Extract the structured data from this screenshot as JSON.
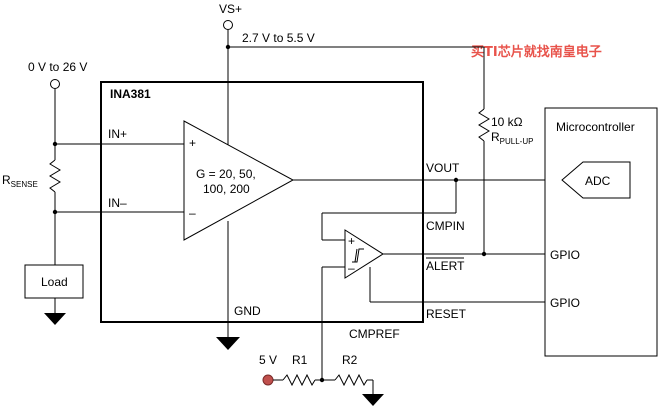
{
  "watermark": "买TI芯片就找南皇电子",
  "supply": {
    "label": "VS+",
    "range": "2.7 V to 5.5 V"
  },
  "input_range": "0 V to 26 V",
  "chip": {
    "name": "INA381",
    "in_plus": "IN+",
    "in_minus": "IN–",
    "plus_sign": "+",
    "minus_sign": "–",
    "gain_line1": "G = 20, 50,",
    "gain_line2": "100, 200",
    "vout": "VOUT",
    "cmpin": "CMPIN",
    "alert": "ALERT",
    "reset": "RESET",
    "gnd": "GND",
    "cmpref": "CMPREF"
  },
  "comparator": {
    "plus": "+",
    "minus": "–"
  },
  "rsense": {
    "main": "R",
    "sub": "SENSE"
  },
  "load": "Load",
  "pullup": {
    "value": "10 kΩ",
    "main": "R",
    "sub": "PULL-UP"
  },
  "microcontroller": {
    "title": "Microcontroller",
    "adc": "ADC",
    "gpio1": "GPIO",
    "gpio2": "GPIO"
  },
  "divider": {
    "source": "5 V",
    "r1": "R1",
    "r2": "R2"
  },
  "colors": {
    "line": "#000000",
    "watermark": "#e8534b",
    "source_dot": "#c0504d"
  }
}
